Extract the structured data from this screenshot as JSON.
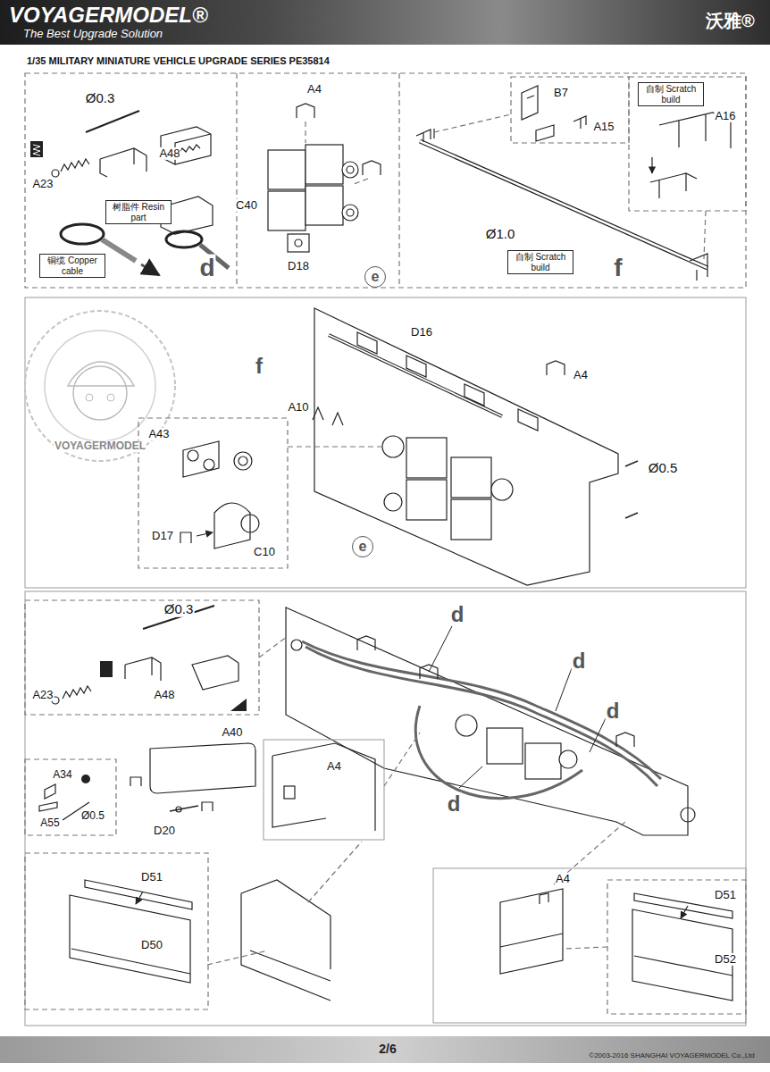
{
  "diagram": {
    "title": "1/35 MILITARY MINIATURE VEHICLE  UPGRADE SERIES PE35814",
    "nodes": [
      {
        "text": [
          "VOYAGERMODEL®",
          "The Best Upgrade Solution",
          "沃雅®"
        ]
      },
      {
        "text": [
          "树脂件 Resin part"
        ]
      },
      {
        "text": [
          "铜缆 Copper cable"
        ]
      },
      {
        "text": [
          "自制 Scratch build"
        ]
      },
      {
        "text": [
          "自制 Scratch build"
        ]
      }
    ],
    "labels": [
      "Ø0.3",
      "A48",
      "A23",
      "d",
      "A4",
      "C40",
      "D18",
      "e",
      "B7",
      "A15",
      "Ø1.0",
      "A16",
      "f",
      "VOYAGERMODEL",
      "D16",
      "f",
      "A4",
      "A10",
      "Ø0.5",
      "A43",
      "D17",
      "C10",
      "e",
      "Ø0.3",
      "A23",
      "A48",
      "d",
      "d",
      "d",
      "d",
      "A34",
      "A55",
      "Ø0.5",
      "A40",
      "D20",
      "A4",
      "D51",
      "D50",
      "A4",
      "D51",
      "D52",
      "2/6",
      "©2003-2016 SHANGHAI VOYAGERMODEL Co.,Ltd"
    ]
  }
}
